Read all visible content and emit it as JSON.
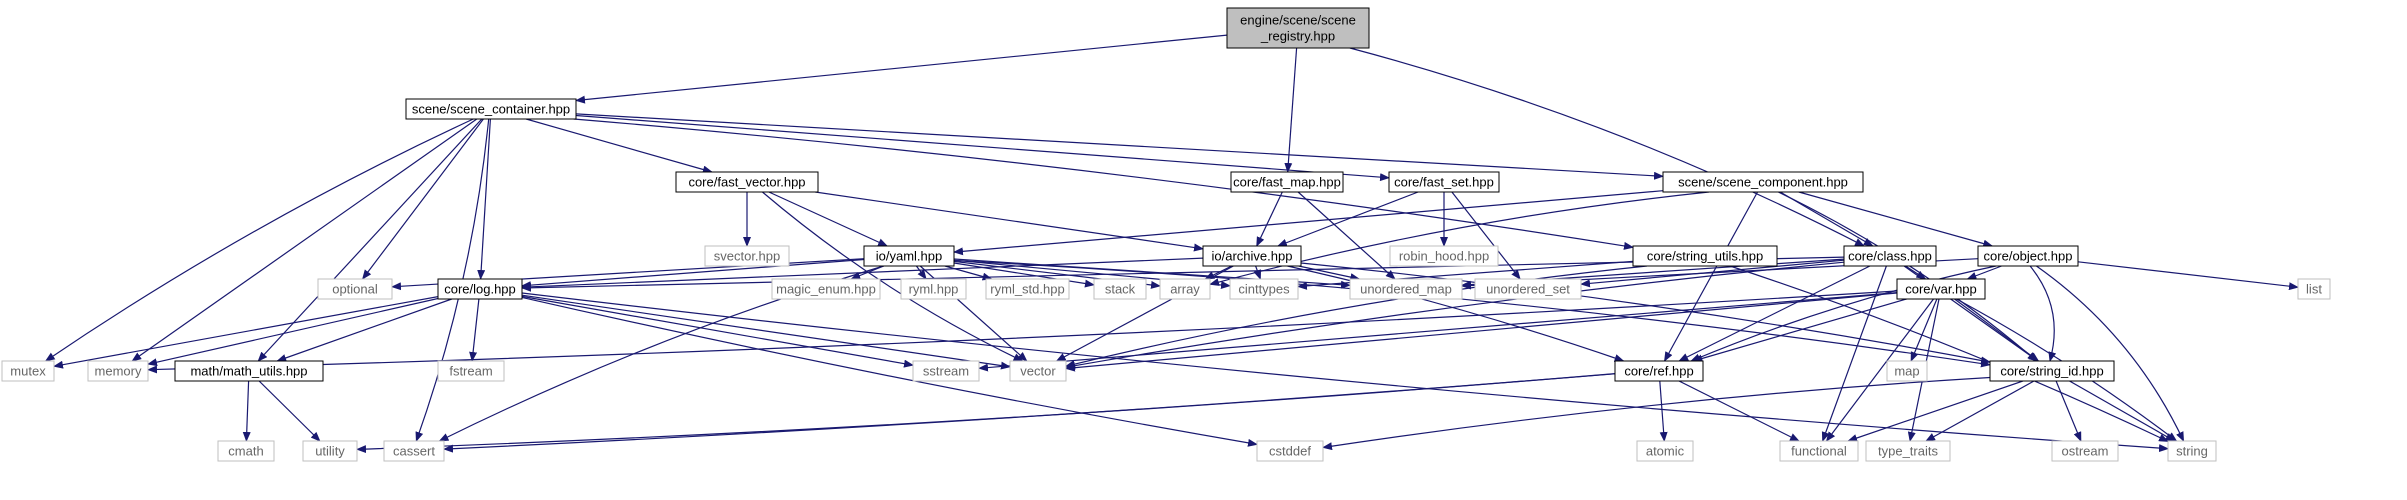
{
  "graph": {
    "colors": {
      "edge": "#191970",
      "root_fill": "#bfbfbf",
      "node_border": "#000000",
      "external_border": "#bfbfbf",
      "external_text": "#666666",
      "text": "#000000"
    },
    "nodes": {
      "root": "engine/scene/scene\n_registry.hpp",
      "scene_container": "scene/scene_container.hpp",
      "fast_vector": "core/fast_vector.hpp",
      "fast_map": "core/fast_map.hpp",
      "fast_set": "core/fast_set.hpp",
      "scene_component": "scene/scene_component.hpp",
      "svector": "svector.hpp",
      "yaml": "io/yaml.hpp",
      "archive": "io/archive.hpp",
      "robin_hood": "robin_hood.hpp",
      "string_utils": "core/string_utils.hpp",
      "class": "core/class.hpp",
      "object": "core/object.hpp",
      "optional": "optional",
      "log": "core/log.hpp",
      "magic_enum": "magic_enum.hpp",
      "ryml": "ryml.hpp",
      "ryml_std": "ryml_std.hpp",
      "stack": "stack",
      "array": "array",
      "cinttypes": "cinttypes",
      "unordered_map": "unordered_map",
      "unordered_set": "unordered_set",
      "var": "core/var.hpp",
      "list": "list",
      "mutex": "mutex",
      "memory": "memory",
      "math_utils": "math/math_utils.hpp",
      "fstream": "fstream",
      "sstream": "sstream",
      "vector": "vector",
      "ref": "core/ref.hpp",
      "map": "map",
      "string_id": "core/string_id.hpp",
      "cmath": "cmath",
      "utility": "utility",
      "cassert": "cassert",
      "cstddef": "cstddef",
      "atomic": "atomic",
      "functional": "functional",
      "type_traits": "type_traits",
      "ostream": "ostream",
      "string": "string"
    }
  }
}
